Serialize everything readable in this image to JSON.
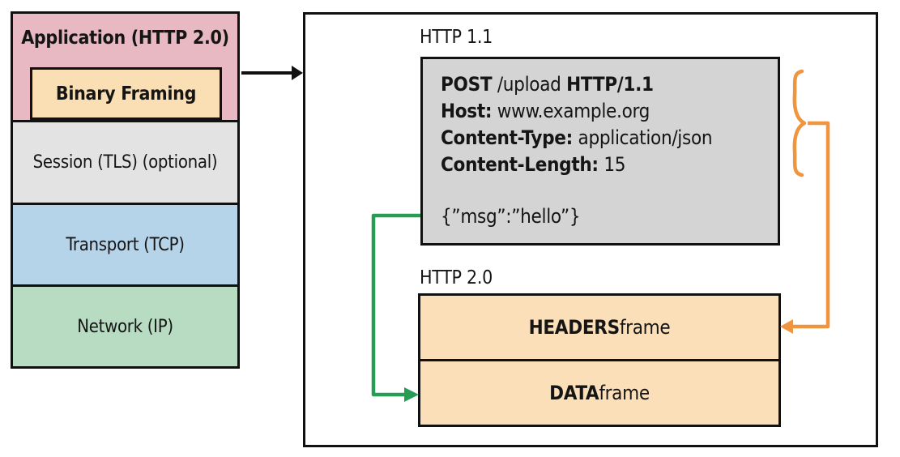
{
  "stack": {
    "application_label": "Application (HTTP 2.0)",
    "binary_framing_label": "Binary Framing",
    "session_label": "Session (TLS) (optional)",
    "transport_label": "Transport (TCP)",
    "network_label": "Network (IP)"
  },
  "panel": {
    "http11_label": "HTTP 1.1",
    "http20_label": "HTTP 2.0",
    "request": {
      "line1_method": "POST",
      "line1_path": " /upload ",
      "line1_version": "HTTP/1.1",
      "line2_key": "Host:",
      "line2_value": " www.example.org",
      "line3_key": "Content-Type:",
      "line3_value": " application/json",
      "line4_key": "Content-Length:",
      "line4_value": " 15",
      "body": "{”msg”:”hello”}"
    },
    "frames": {
      "headers_bold": "HEADERS",
      "headers_rest": " frame",
      "data_bold": "DATA",
      "data_rest": " frame"
    }
  },
  "colors": {
    "application_fill": "#e8b9c3",
    "binary_framing_fill": "#fbdfb4",
    "session_fill": "#e3e3e3",
    "transport_fill": "#b5d3e9",
    "network_fill": "#b8dcc2",
    "request_box_fill": "#d4d4d4",
    "frames_box_fill": "#fbdfb8",
    "orange_connector": "#ef9540",
    "green_connector": "#279c55",
    "black_line": "#111111"
  }
}
